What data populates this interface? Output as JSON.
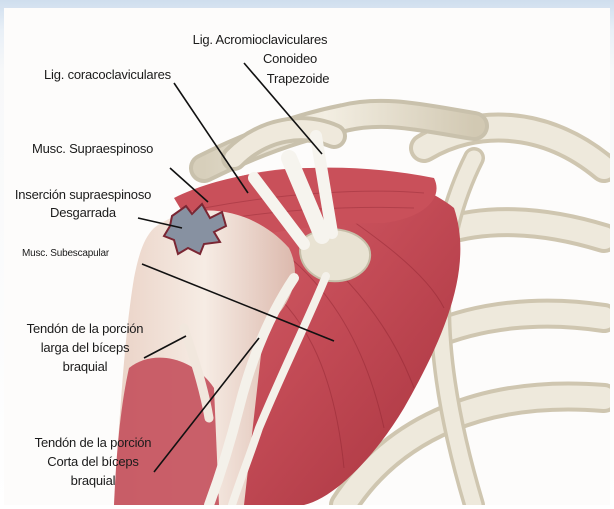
{
  "labels": {
    "acromioclaviculares": "Lig. Acromioclaviculares",
    "conoideo": "Conoideo",
    "trapezoide": "Trapezoide",
    "coracoclaviculares": "Lig. coracoclaviculares",
    "supraespinoso": "Musc. Supraespinoso",
    "insercion_line1": "Inserción supraespinoso",
    "insercion_line2": "Desgarrada",
    "subescapular": "Musc. Subescapular",
    "biceps_larga_line1": "Tendón de la porción",
    "biceps_larga_line2": "larga del bíceps",
    "biceps_larga_line3": "braquial",
    "biceps_corta_line1": "Tendón de la porción",
    "biceps_corta_line2": "Corta del bíceps",
    "biceps_corta_line3": "braquial"
  },
  "colors": {
    "muscle": "#c9505a",
    "muscle_dark": "#9e2f3a",
    "bone": "#ece6d6",
    "bone_shadow": "#c9c1ac",
    "tendon": "#f3f1ea",
    "tear": "#7f8a9b"
  }
}
